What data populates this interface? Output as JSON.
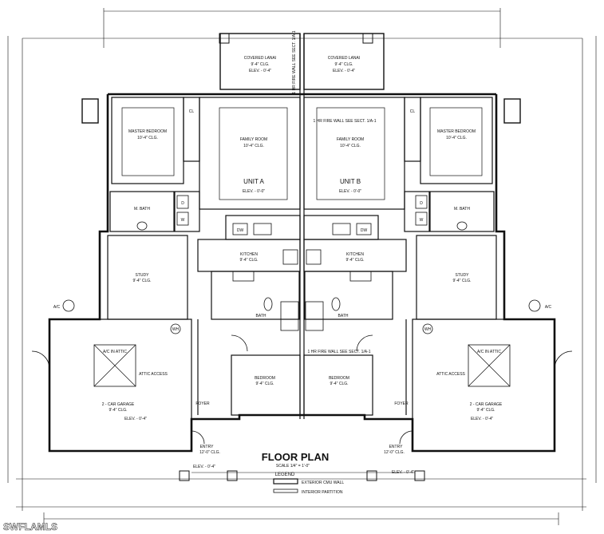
{
  "title": "FLOOR PLAN",
  "scale": "SCALE 1/4\" = 1'-0\"",
  "legend": {
    "heading": "LEGEND",
    "exterior": "EXTERIOR CMU WALL",
    "interior": "INTERIOR PARTITION"
  },
  "watermark": "SWFLAMLS",
  "fire_wall_top": "1 HR FIRE WALL SEE SECT. 1/A-1",
  "fire_wall_mid": "1 HR FIRE WALL SEE SECT. 1/A-1",
  "fire_wall_bottom": "1 HR FIRE WALL SEE SECT. 1/A-1",
  "unit_a": {
    "name": "UNIT A",
    "elev": "ELEV. - 0'-0\"",
    "lanai": "COVERED LANAI",
    "lanai_clg": "9'-4\" CLG.",
    "lanai_elev": "ELEV. - 0'-4\"",
    "master": "MASTER BEDROOM",
    "master_clg": "10'-4\" CLG.",
    "family": "FAMILY ROOM",
    "family_clg": "10'-4\" CLG.",
    "mbath": "M. BATH",
    "study": "STUDY",
    "study_clg": "9'-4\" CLG.",
    "kitchen": "KITCHEN",
    "kitchen_clg": "9'-4\" CLG.",
    "bath": "BATH",
    "bedroom": "BEDROOM",
    "bedroom_clg": "9'-4\" CLG.",
    "garage": "2 - CAR GARAGE",
    "garage_clg": "9'-4\" CLG.",
    "garage_elev": "ELEV. - 0'-4\"",
    "attic": "A/C IN ATTIC",
    "attic_access": "ATTIC ACCESS",
    "entry": "ENTRY",
    "entry_clg": "12'-0\" CLG.",
    "entry_elev": "ELEV. - 0'-4\"",
    "foyer": "FOYER",
    "ac": "A/C",
    "wh": "WH",
    "dw": "DW",
    "w": "W",
    "d": "D",
    "cl": "CL"
  },
  "unit_b": {
    "name": "UNIT B",
    "elev": "ELEV. - 0'-0\"",
    "lanai": "COVERED LANAI",
    "lanai_clg": "9'-4\" CLG.",
    "lanai_elev": "ELEV. - 0'-4\"",
    "master": "MASTER BEDROOM",
    "master_clg": "10'-4\" CLG.",
    "family": "FAMILY ROOM",
    "family_clg": "10'-4\" CLG.",
    "mbath": "M. BATH",
    "study": "STUDY",
    "study_clg": "9'-4\" CLG.",
    "kitchen": "KITCHEN",
    "kitchen_clg": "9'-4\" CLG.",
    "bath": "BATH",
    "bedroom": "BEDROOM",
    "bedroom_clg": "9'-4\" CLG.",
    "garage": "2 - CAR GARAGE",
    "garage_clg": "9'-4\" CLG.",
    "garage_elev": "ELEV. - 0'-4\"",
    "attic": "A/C IN ATTIC",
    "attic_access": "ATTIC ACCESS",
    "entry": "ENTRY",
    "entry_clg": "12'-0\" CLG.",
    "entry_elev": "ELEV. - 0'-4\"",
    "foyer": "FOYER",
    "ac": "A/C",
    "wh": "WH",
    "dw": "DW",
    "w": "W",
    "d": "D",
    "cl": "CL"
  }
}
